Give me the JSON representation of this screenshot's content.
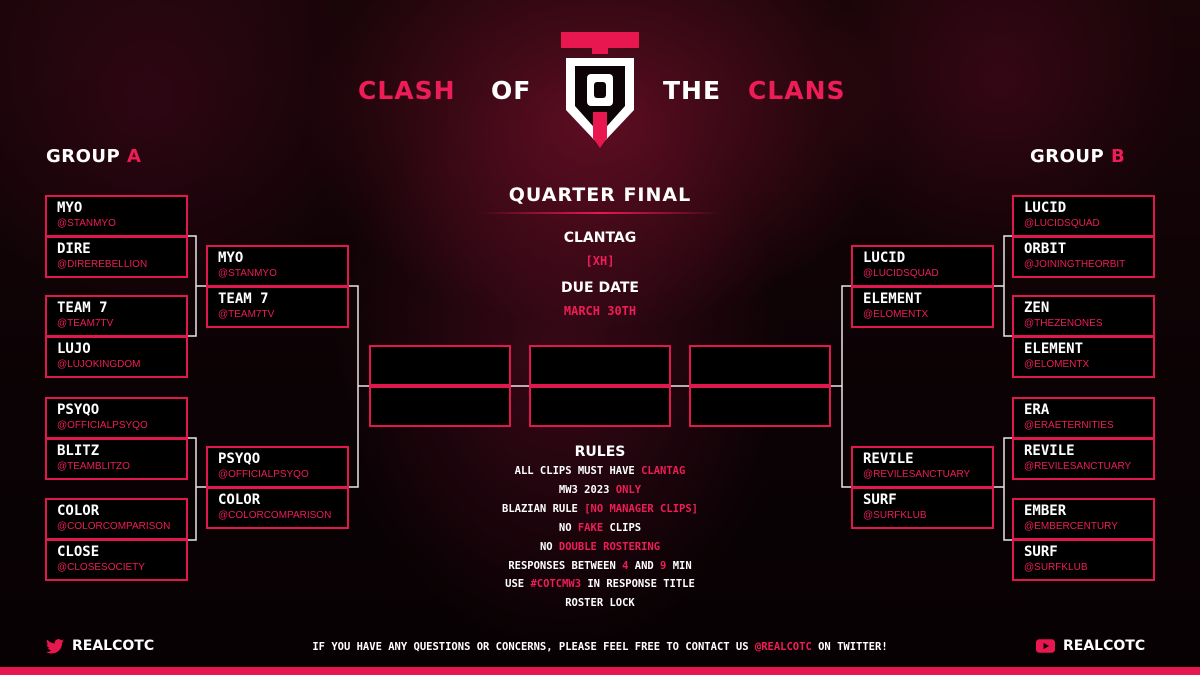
{
  "colors": {
    "accent": "#e8174f",
    "background": "#0c0306",
    "text": "#ffffff"
  },
  "title": {
    "part1": "CLASH",
    "part2": "OF",
    "part3": "THE",
    "part4": "CLANS",
    "logo_icon": "cotc-logo-icon"
  },
  "group_a": {
    "label": "GROUP",
    "letter": "A"
  },
  "group_b": {
    "label": "GROUP",
    "letter": "B"
  },
  "round1_a": [
    {
      "name": "MYO",
      "handle": "@STANMYO"
    },
    {
      "name": "DIRE",
      "handle": "@DIREREBELLION"
    },
    {
      "name": "TEAM 7",
      "handle": "@TEAM7TV"
    },
    {
      "name": "LUJO",
      "handle": "@LUJOKINGDOM"
    },
    {
      "name": "PSYQO",
      "handle": "@OFFICIALPSYQO"
    },
    {
      "name": "BLITZ",
      "handle": "@TEAMBLITZO"
    },
    {
      "name": "COLOR",
      "handle": "@COLORCOMPARISON"
    },
    {
      "name": "CLOSE",
      "handle": "@CLOSESOCIETY"
    }
  ],
  "round2_a": [
    {
      "name": "MYO",
      "handle": "@STANMYO"
    },
    {
      "name": "TEAM 7",
      "handle": "@TEAM7TV"
    },
    {
      "name": "PSYQO",
      "handle": "@OFFICIALPSYQO"
    },
    {
      "name": "COLOR",
      "handle": "@COLORCOMPARISON"
    }
  ],
  "round1_b": [
    {
      "name": "LUCID",
      "handle": "@LUCIDSQUAD"
    },
    {
      "name": "ORBIT",
      "handle": "@JOININGTHEORBIT"
    },
    {
      "name": "ZEN",
      "handle": "@THEZENONES"
    },
    {
      "name": "ELEMENT",
      "handle": "@ELOMENTX"
    },
    {
      "name": "ERA",
      "handle": "@ERAETERNITIES"
    },
    {
      "name": "REVILE",
      "handle": "@REVILESANCTUARY"
    },
    {
      "name": "EMBER",
      "handle": "@EMBERCENTURY"
    },
    {
      "name": "SURF",
      "handle": "@SURFKLUB"
    }
  ],
  "round2_b": [
    {
      "name": "LUCID",
      "handle": "@LUCIDSQUAD"
    },
    {
      "name": "ELEMENT",
      "handle": "@ELOMENTX"
    },
    {
      "name": "REVILE",
      "handle": "@REVILESANCTUARY"
    },
    {
      "name": "SURF",
      "handle": "@SURFKLUB"
    }
  ],
  "center": {
    "round_title": "QUARTER FINAL",
    "clantag_label": "CLANTAG",
    "clantag_value": "[XH]",
    "due_label": "DUE DATE",
    "due_value": "MARCH 30TH"
  },
  "rules": {
    "heading": "RULES",
    "lines": [
      [
        {
          "t": "ALL CLIPS MUST HAVE "
        },
        {
          "t": "CLANTAG",
          "hl": true
        }
      ],
      [
        {
          "t": "MW3 2023 "
        },
        {
          "t": "ONLY",
          "hl": true
        }
      ],
      [
        {
          "t": "BLAZIAN RULE "
        },
        {
          "t": "[NO MANAGER CLIPS]",
          "hl": true
        }
      ],
      [
        {
          "t": "NO "
        },
        {
          "t": "FAKE",
          "hl": true
        },
        {
          "t": " CLIPS"
        }
      ],
      [
        {
          "t": "NO "
        },
        {
          "t": "DOUBLE ROSTERING",
          "hl": true
        }
      ],
      [
        {
          "t": "RESPONSES BETWEEN "
        },
        {
          "t": "4",
          "hl": true
        },
        {
          "t": " AND "
        },
        {
          "t": "9",
          "hl": true
        },
        {
          "t": " MIN"
        }
      ],
      [
        {
          "t": "USE "
        },
        {
          "t": "#COTCMW3",
          "hl": true
        },
        {
          "t": " IN RESPONSE TITLE"
        }
      ],
      [
        {
          "t": "ROSTER LOCK"
        }
      ]
    ]
  },
  "footer": {
    "left_handle": "REALCOTC",
    "left_icon": "twitter-icon",
    "right_handle": "REALCOTC",
    "right_icon": "youtube-icon",
    "message": [
      {
        "t": "IF YOU HAVE ANY QUESTIONS OR CONCERNS, PLEASE FEEL FREE TO CONTACT US "
      },
      {
        "t": "@REALCOTC",
        "hl": true
      },
      {
        "t": " ON TWITTER!"
      }
    ]
  }
}
